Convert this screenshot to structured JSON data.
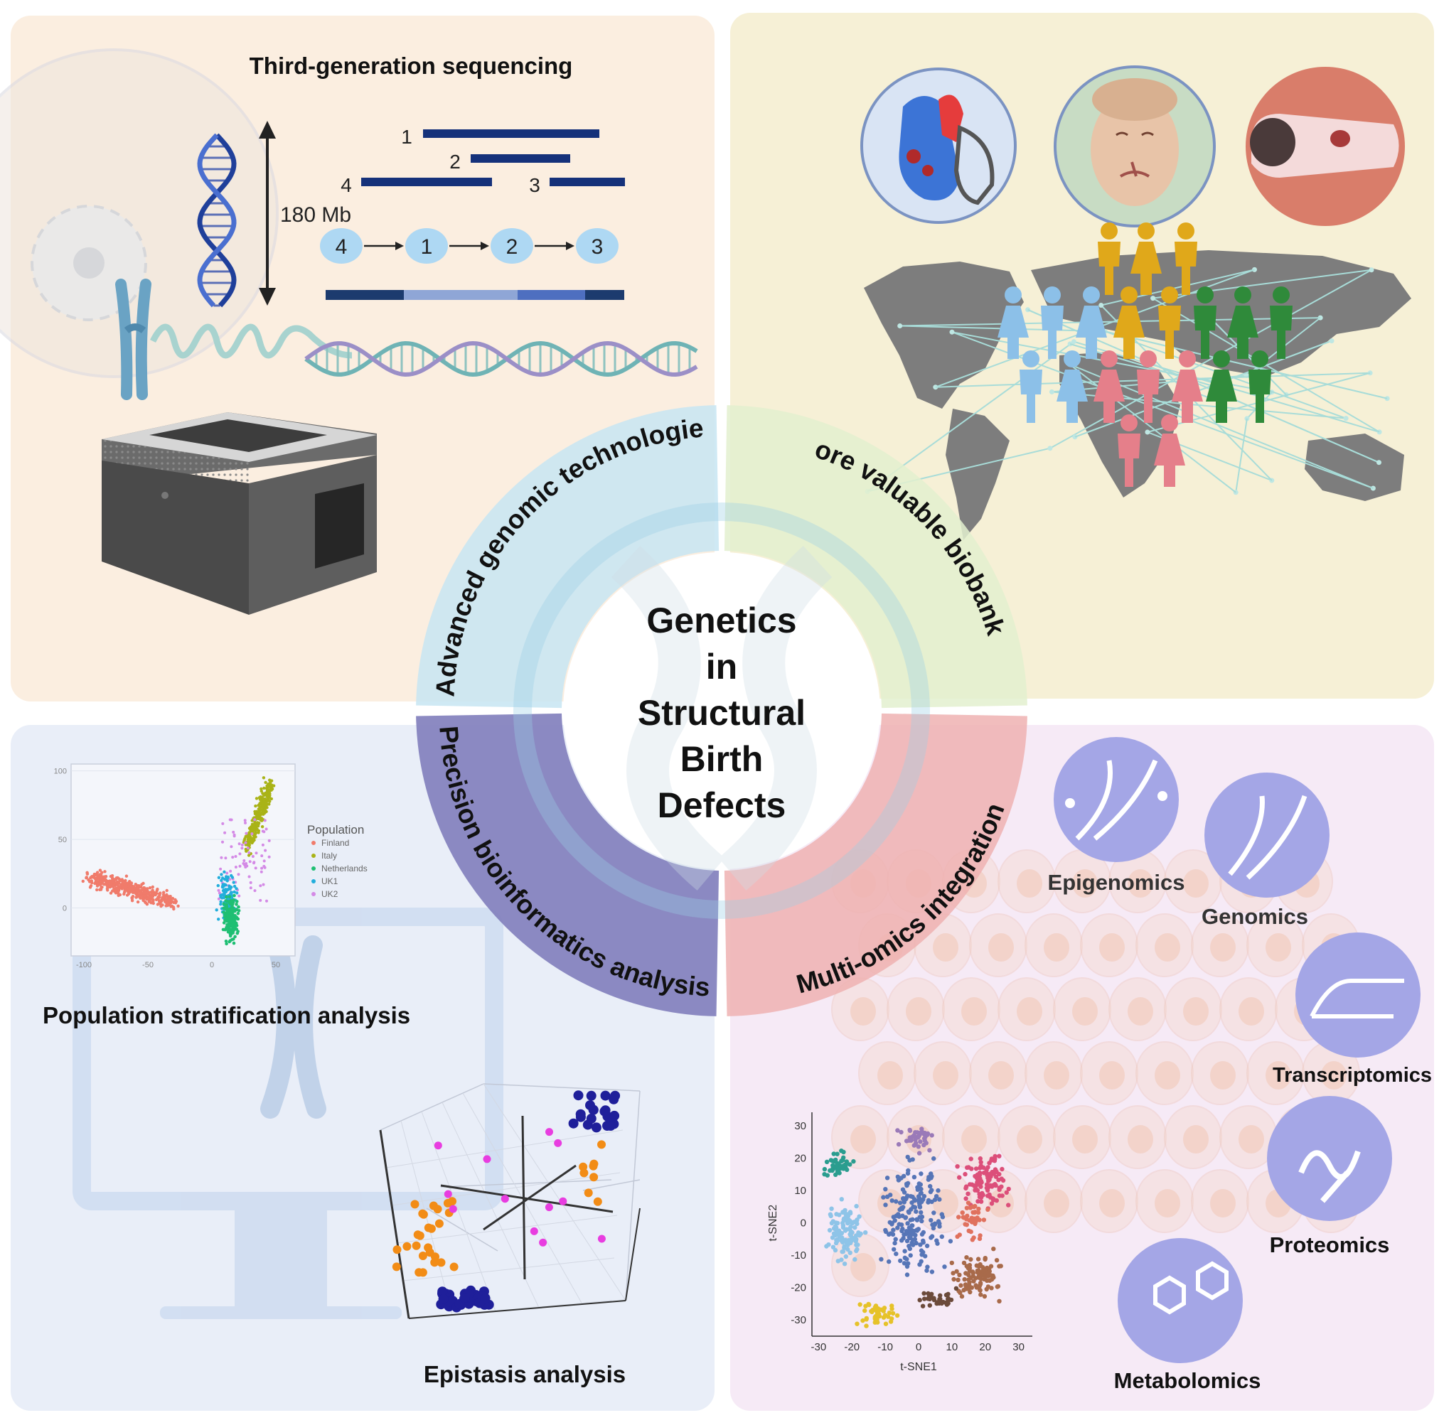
{
  "center": {
    "lines": [
      "Genetics",
      "in",
      "Structural",
      "Birth",
      "Defects"
    ]
  },
  "ring_labels": {
    "top_left": "Advanced genomic technologies",
    "top_right": "More valuable biobanks",
    "bottom_left": "Precision bioinformatics analysis",
    "bottom_right": "Multi-omics integration"
  },
  "sequencing": {
    "title": "Third-generation sequencing",
    "size_label": "180 Mb",
    "read_labels": [
      "1",
      "2",
      "4",
      "3"
    ],
    "assembly_order": [
      "4",
      "1",
      "2",
      "3"
    ]
  },
  "pca_plot": {
    "caption": "Population stratification analysis",
    "legend_title": "Population",
    "legend": [
      {
        "name": "Finland",
        "color": "#f07b6b"
      },
      {
        "name": "Italy",
        "color": "#a9b317"
      },
      {
        "name": "Netherlands",
        "color": "#1fbf73"
      },
      {
        "name": "UK1",
        "color": "#22aedc"
      },
      {
        "name": "UK2",
        "color": "#d48ae6"
      }
    ],
    "y_ticks": [
      "100",
      "50",
      "0"
    ],
    "x_ticks": [
      "-100",
      "-50",
      "0",
      "50"
    ]
  },
  "epistasis": {
    "caption": "Epistasis analysis"
  },
  "tsne_plot": {
    "xlabel": "t-SNE1",
    "ylabel": "t-SNE2",
    "x_ticks": [
      "-30",
      "-20",
      "-10",
      "0",
      "10",
      "20",
      "30"
    ],
    "y_ticks": [
      "30",
      "20",
      "10",
      "0",
      "-10",
      "-20",
      "-30"
    ]
  },
  "omics": {
    "epigenomics": "Epigenomics",
    "genomics": "Genomics",
    "transcriptomics": "Transcriptomics",
    "proteomics": "Proteomics",
    "metabolomics": "Metabolomics"
  },
  "colors": {
    "top_left_panel": "#fbeee0",
    "top_right_panel": "#f6f0d6",
    "bottom_left_panel": "#e9eef8",
    "bottom_right_panel": "#f6eaf6",
    "ring_blue": "#c7e5f2",
    "ring_green": "#e3f0cf",
    "ring_purple": "#8280bd",
    "ring_pink": "#efb2b2",
    "navy": "#15317a",
    "omics_circle": "#a4a6e6"
  }
}
